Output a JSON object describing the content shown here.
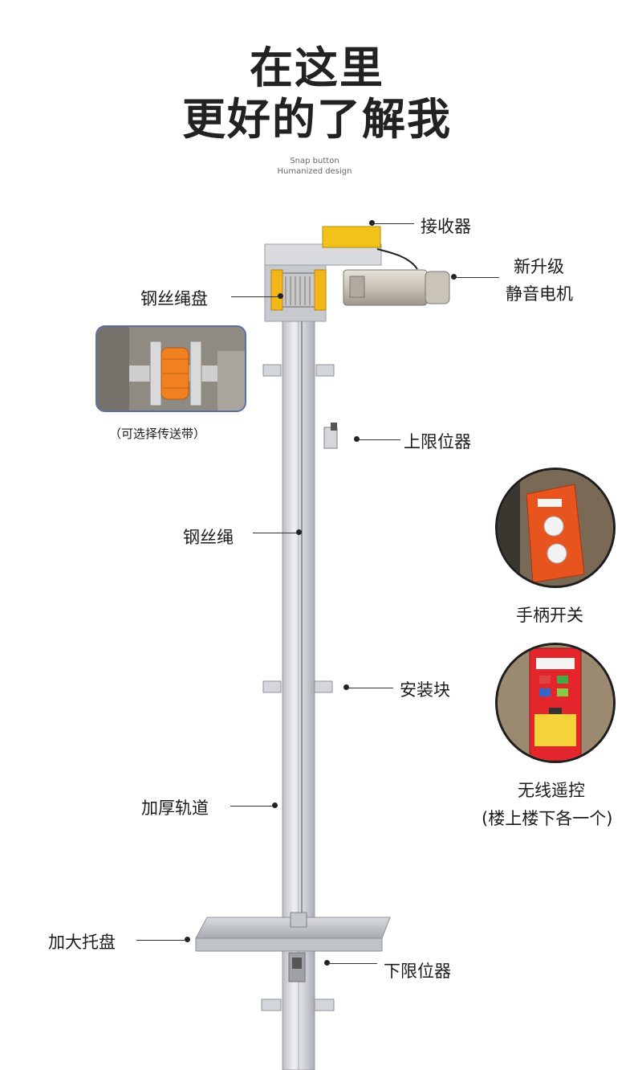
{
  "heading": {
    "line1": "在这里",
    "line2": "更好的了解我"
  },
  "subheading": {
    "line1": "Snap button",
    "line2": "Humanized design"
  },
  "labels": {
    "receiver": "接收器",
    "motor_line1": "新升级",
    "motor_line2": "静音电机",
    "rope_drum": "钢丝绳盘",
    "belt_option": "（可选择传送带）",
    "upper_limit": "上限位器",
    "wire_rope": "钢丝绳",
    "handle_switch": "手柄开关",
    "mount_block": "安装块",
    "wireless_remote": "无线遥控",
    "remote_note": "(楼上楼下各一个)",
    "rail": "加厚轨道",
    "tray": "加大托盘",
    "lower_limit": "下限位器"
  },
  "colors": {
    "motor_yellow": "#f2c21a",
    "handle_orange": "#e8541e",
    "remote_red": "#e2262c",
    "rail_gray": "#c9ccd1"
  }
}
